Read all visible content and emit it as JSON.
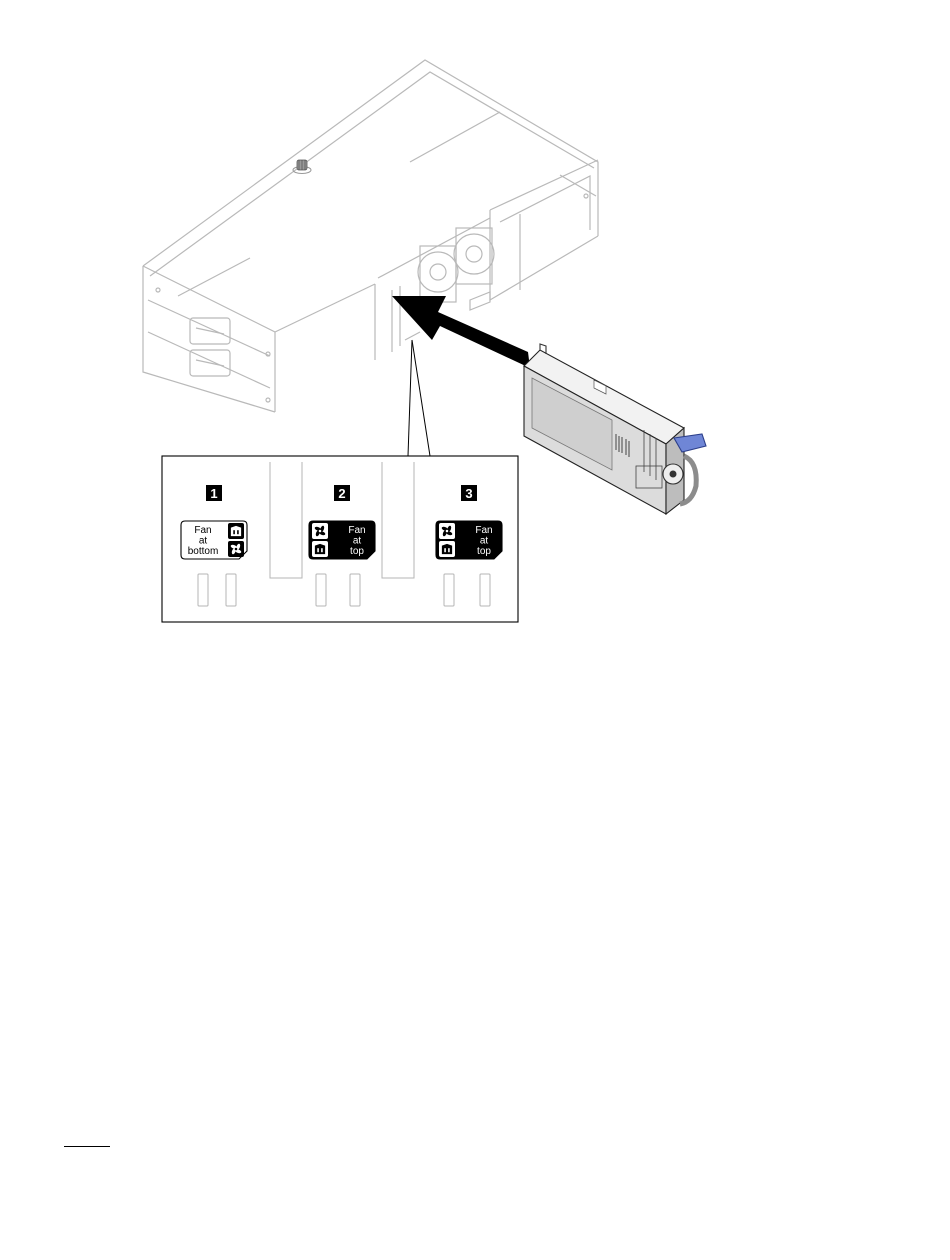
{
  "callouts": [
    {
      "number": "1",
      "label_lines": [
        "Fan",
        "at",
        "bottom"
      ],
      "variant": "light",
      "fan_position": "bottom"
    },
    {
      "number": "2",
      "label_lines": [
        "Fan",
        "at",
        "top"
      ],
      "variant": "dark",
      "fan_position": "top"
    },
    {
      "number": "3",
      "label_lines": [
        "Fan",
        "at",
        "top"
      ],
      "variant": "dark",
      "fan_position": "top"
    }
  ],
  "colors": {
    "line": "#000000",
    "light_line": "#b5b5b5",
    "arrow": "#000000",
    "latch": "#6f86d6",
    "handle": "#8c8c8c"
  },
  "icons": [
    "fan-icon",
    "power-plug-icon",
    "insert-arrow-icon"
  ]
}
